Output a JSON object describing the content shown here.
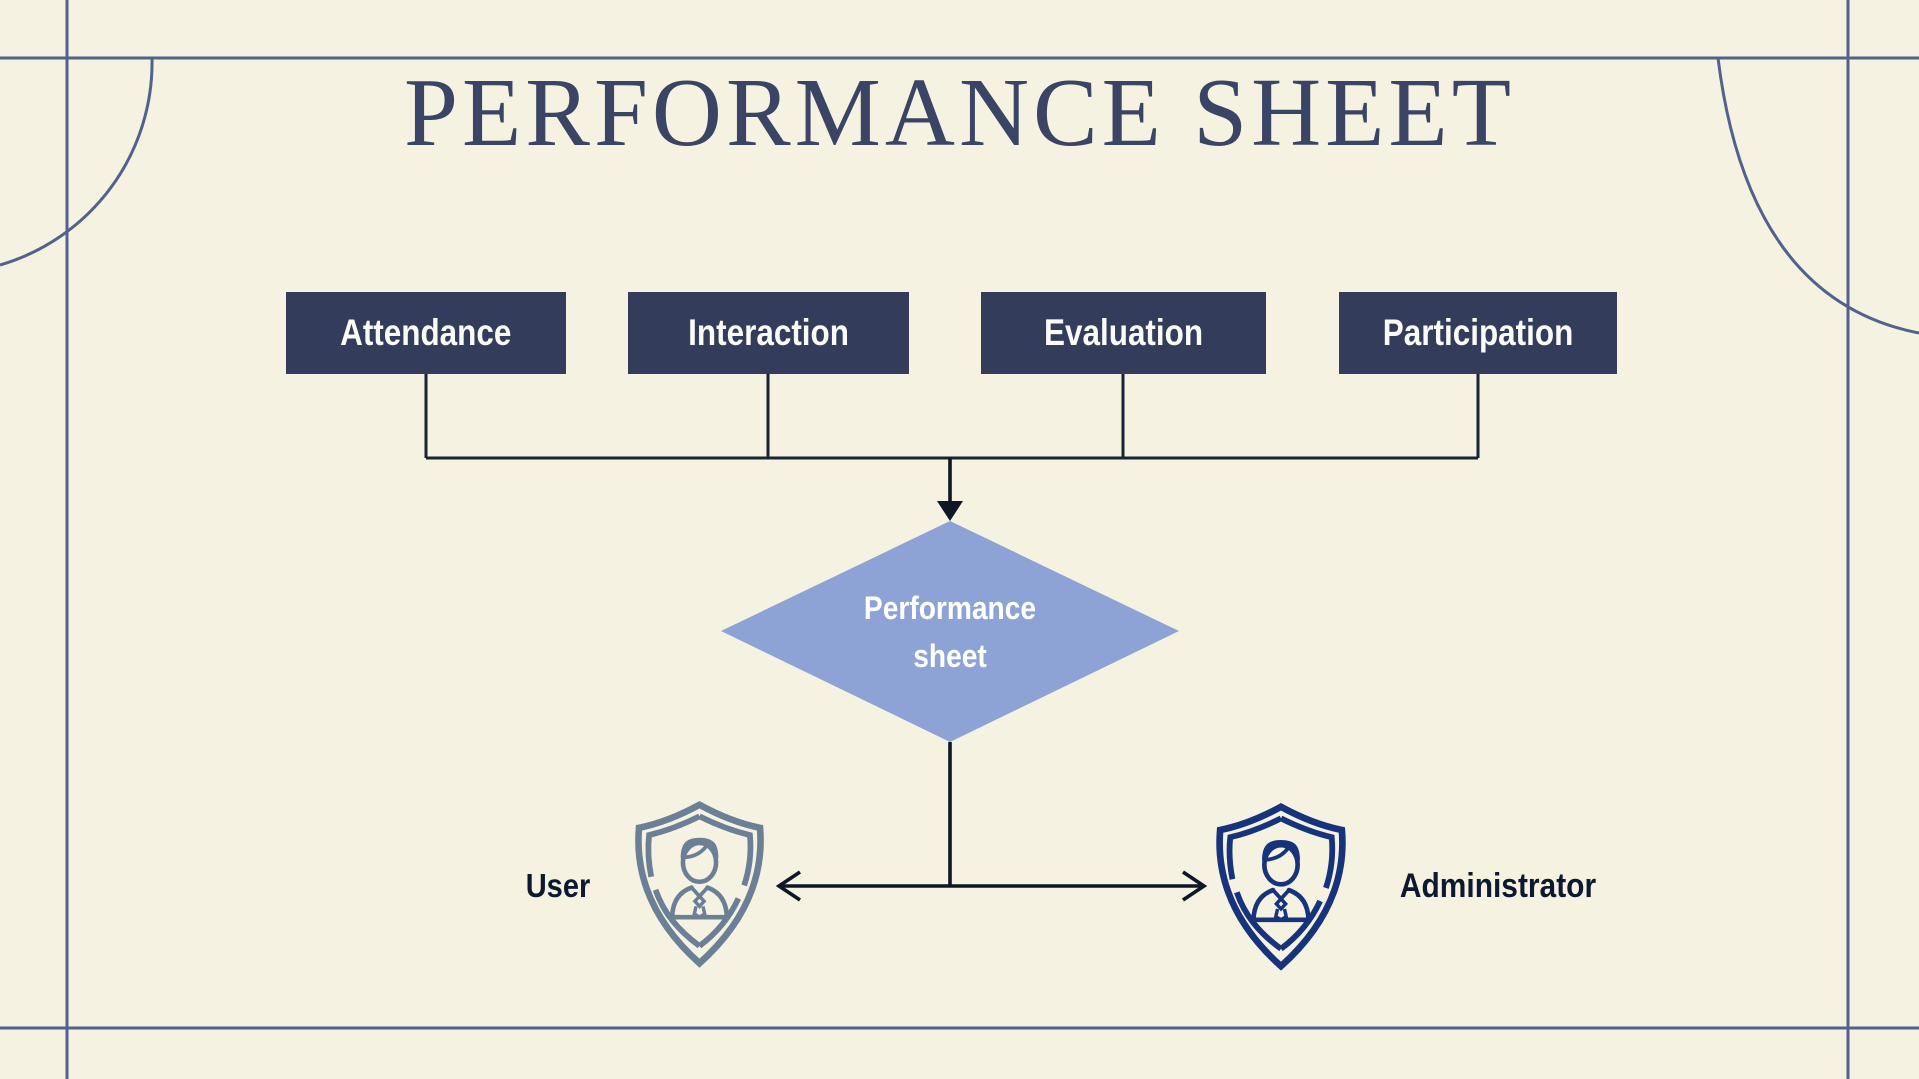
{
  "page": {
    "title": "PERFORMANCE SHEET"
  },
  "nodes": [
    {
      "label": "Attendance"
    },
    {
      "label": "Interaction"
    },
    {
      "label": "Evaluation"
    },
    {
      "label": "Participation"
    }
  ],
  "diamond": {
    "label_line1": "Performance",
    "label_line2": "sheet"
  },
  "actors": [
    {
      "label": "User",
      "icon": "user-shield-icon"
    },
    {
      "label": "Administrator",
      "icon": "administrator-shield-icon"
    }
  ],
  "colors": {
    "background": "#f5f2e2",
    "frame_line": "#51628c",
    "node_fill": "#333d5b",
    "node_text": "#fafaf7",
    "diamond_fill": "#8ea3d5",
    "diamond_text": "#ffffff",
    "connector": "#1b2437",
    "arrow": "#0f1727",
    "label_text": "#0c1931",
    "title_text": "#3a4566",
    "user_shield": "#6b8097",
    "admin_shield": "#16337c"
  }
}
